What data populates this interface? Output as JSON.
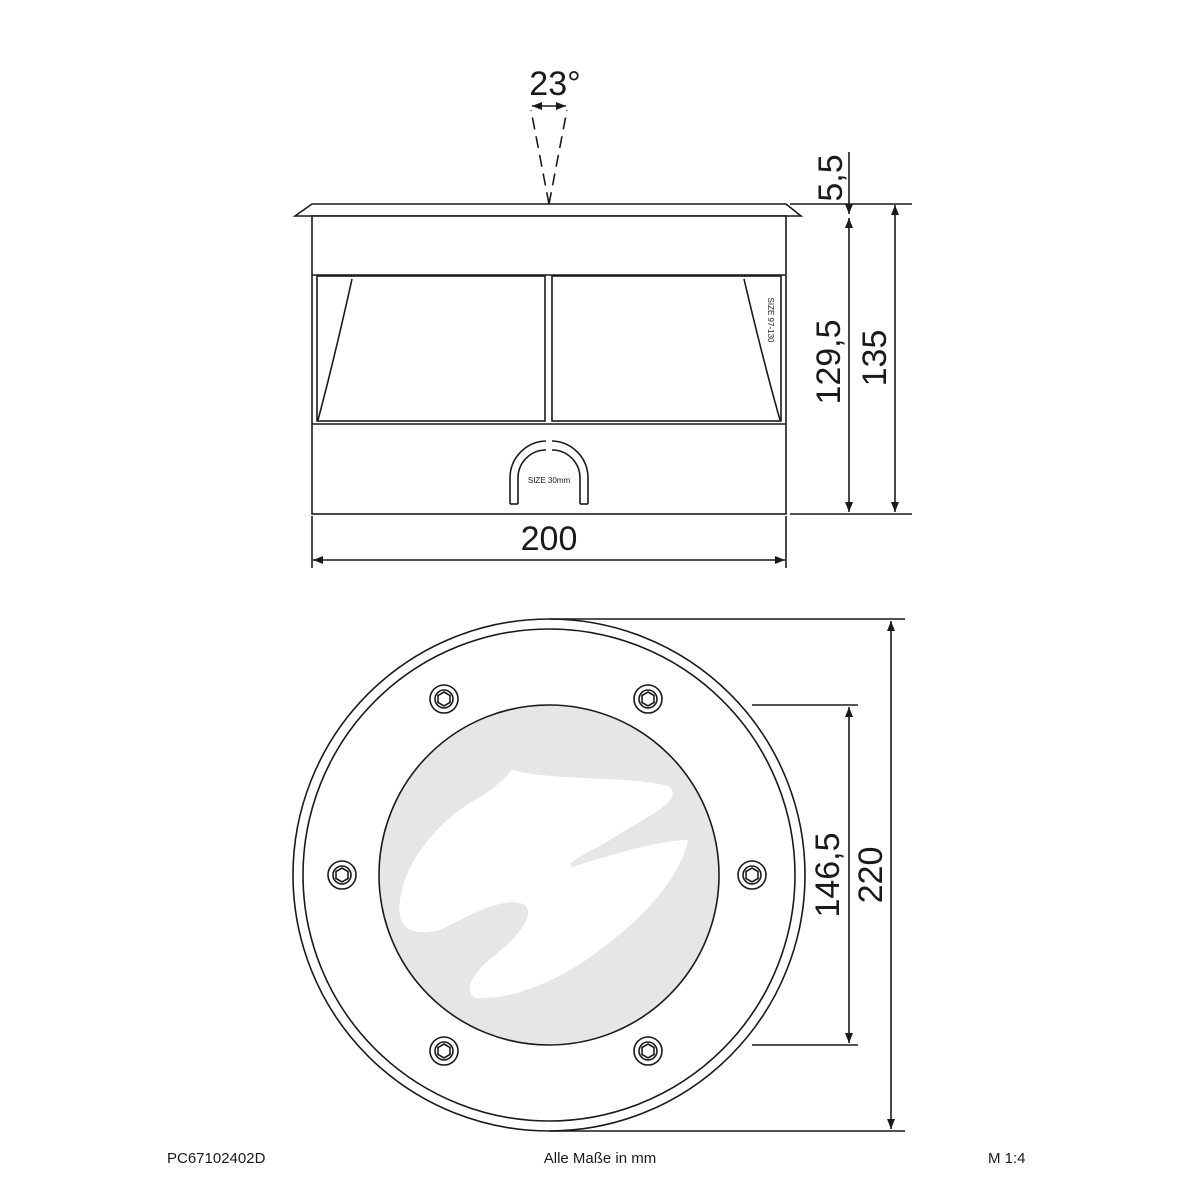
{
  "side_view": {
    "beam_angle": "23°",
    "flange_thickness": "5,5",
    "body_height": "129,5",
    "total_height": "135",
    "width": "200",
    "label_size_range": "SIZE 97-130",
    "label_cable_size": "SIZE 30mm"
  },
  "top_view": {
    "glass_diameter": "146,5",
    "outer_diameter": "220"
  },
  "footer": {
    "part_number": "PC67102402D",
    "units_note": "Alle Maße in mm",
    "scale": "M 1:4"
  },
  "colors": {
    "line": "#1a1a1a",
    "glass_fill": "#e6e6e6",
    "reflection": "#ffffff"
  }
}
